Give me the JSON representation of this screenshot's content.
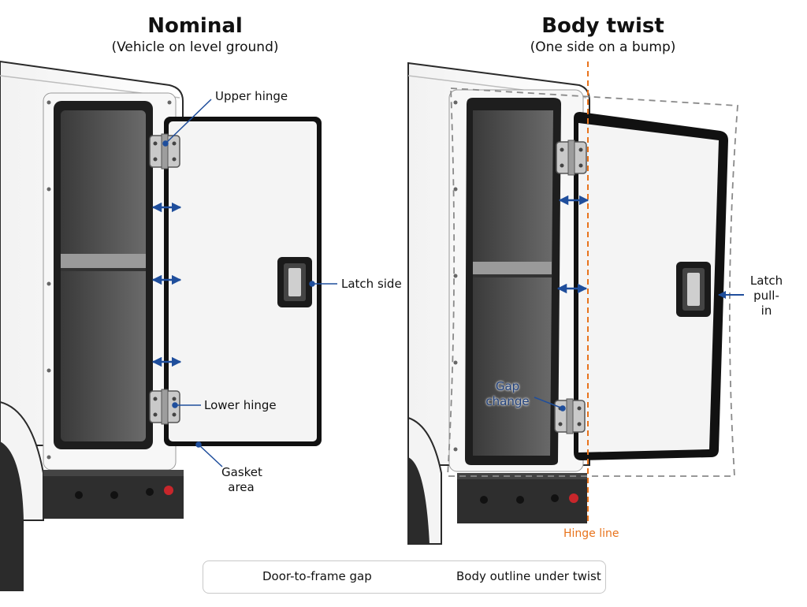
{
  "panels": {
    "nominal": {
      "title": "Nominal",
      "subtitle": "(Vehicle on level ground)"
    },
    "twist": {
      "title": "Body twist",
      "subtitle": "(One side on a bump)"
    }
  },
  "callouts": {
    "upper_hinge": "Upper hinge",
    "latch_side": "Latch side",
    "lower_hinge": "Lower hinge",
    "gasket_area_1": "Gasket",
    "gasket_area_2": "area",
    "latch_pull_in_1": "Latch",
    "latch_pull_in_2": "pull-in",
    "gap_change_1": "Gap",
    "gap_change_2": "change",
    "hinge_line": "Hinge line"
  },
  "legend": {
    "gap_label": "Door-to-frame gap",
    "outline_label": "Body outline under twist"
  },
  "colors": {
    "gap_arrow": "#1f4e9c",
    "hinge_line": "#e8731c",
    "outline_dash": "#8a8a8a"
  }
}
